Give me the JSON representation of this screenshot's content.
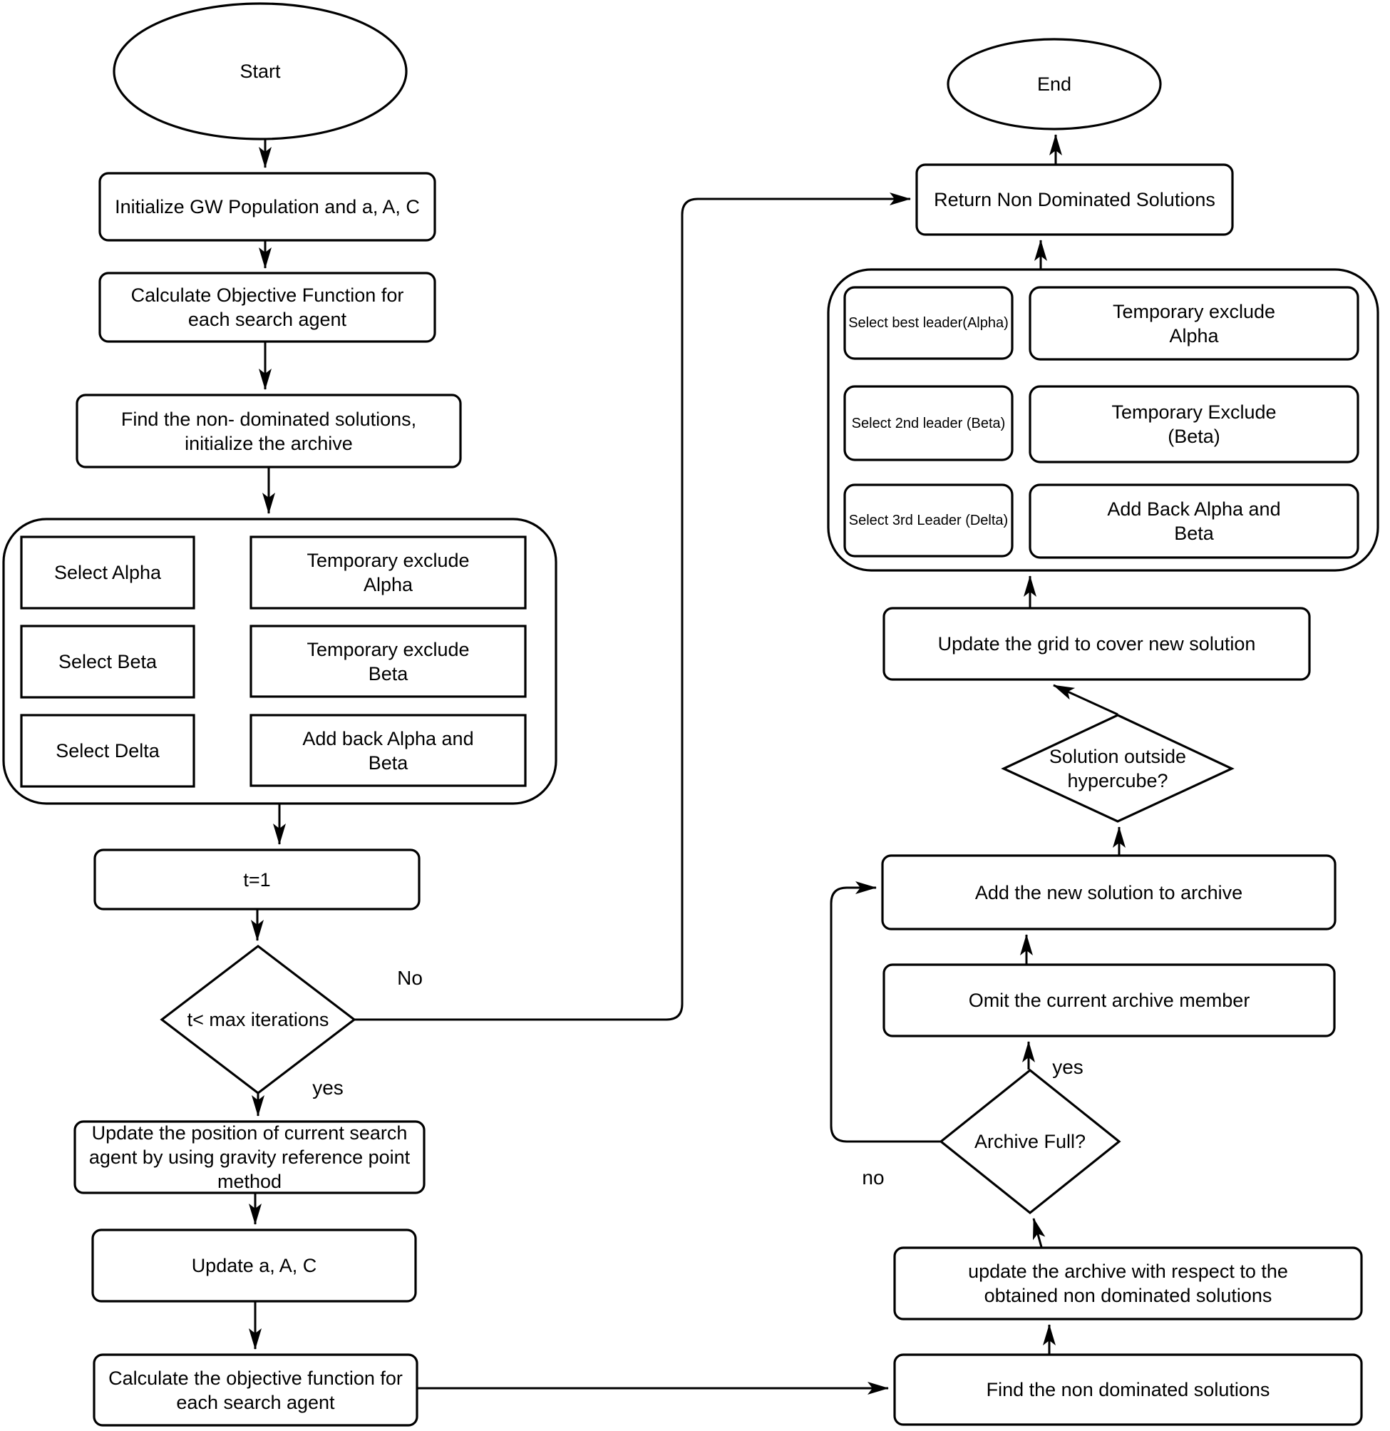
{
  "diagram_title": "Multi-objective Grey Wolf Optimizer flowchart",
  "colors": {
    "line": "#000000",
    "shape_fill": "#ffffff",
    "background": "#ffffff"
  },
  "nodes": {
    "start": "Start",
    "init_population": "Initialize GW Population and a, A, C",
    "calc_objective_top": "Calculate Objective Function for\neach search agent",
    "find_nondominated_init": "Find the non- dominated solutions,\ninitialize the archive",
    "select_alpha": "Select Alpha",
    "temp_exclude_alpha": "Temporary exclude\nAlpha",
    "select_beta": "Select Beta",
    "temp_exclude_beta": "Temporary exclude\nBeta",
    "select_delta": "Select Delta",
    "add_back_alpha_beta": "Add back Alpha and\nBeta",
    "t_equals_1": "t=1",
    "max_iterations_decision": "t< max iterations",
    "update_position": "Update the position of current search\nagent by using gravity reference point\nmethod",
    "update_aac": "Update a, A, C",
    "calc_objective_bottom": "Calculate the objective function for\neach search agent",
    "find_nondominated": "Find the non dominated solutions",
    "update_archive": "update the archive with respect to the\nobtained non dominated solutions",
    "archive_full_decision": "Archive Full?",
    "omit_archive_member": "Omit the current archive member",
    "add_new_solution": "Add the new solution to archive",
    "solution_outside_decision": "Solution outside\nhypercube?",
    "update_grid": "Update the grid to cover new solution",
    "select_best_leader": "Select best leader(Alpha)",
    "temp_exclude_alpha_right": "Temporary exclude\nAlpha",
    "select_2nd_leader": "Select 2nd leader (Beta)",
    "temp_exclude_beta_right": "Temporary Exclude\n(Beta)",
    "select_3rd_leader": "Select 3rd Leader (Delta)",
    "add_back_alpha_beta_right": "Add Back Alpha and\nBeta",
    "return_nondominated": "Return Non Dominated Solutions",
    "end": "End"
  },
  "edge_labels": {
    "iterations_no": "No",
    "iterations_yes": "yes",
    "archive_yes": "yes",
    "archive_no": "no"
  }
}
